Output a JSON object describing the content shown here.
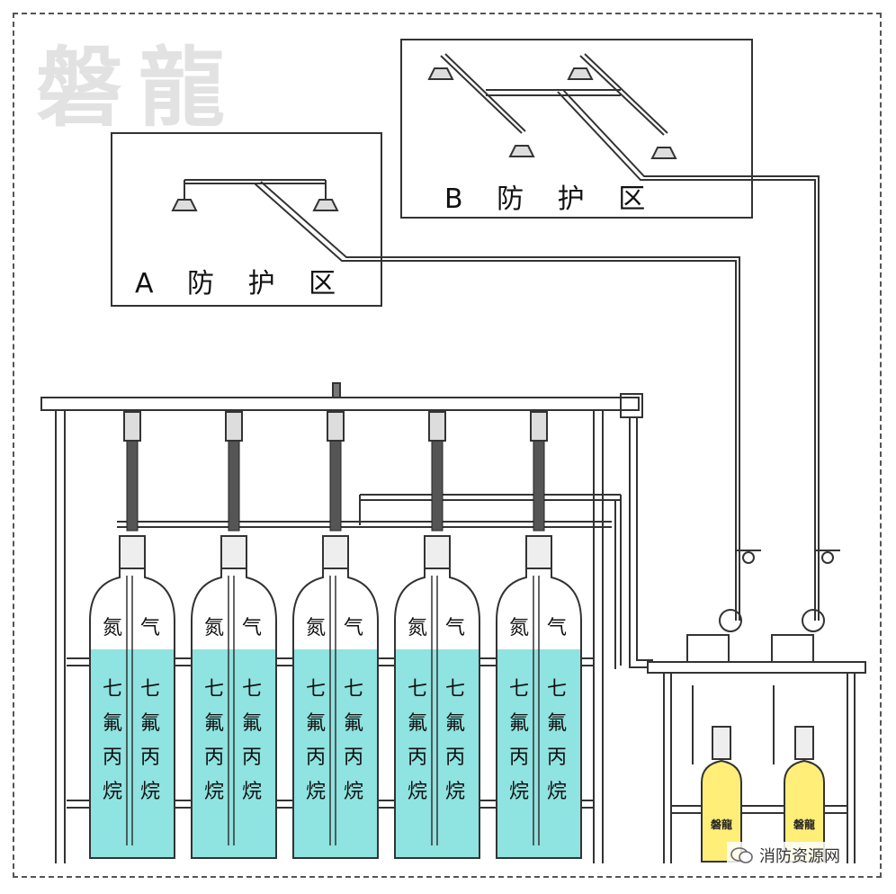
{
  "logo_text": "磐龍",
  "zones": [
    {
      "id": "A",
      "label": "A 防 护 区"
    },
    {
      "id": "B",
      "label": "B 防 护 区"
    }
  ],
  "cylinder_top_text": [
    "氮",
    "气"
  ],
  "cylinder_agent_text": [
    "七",
    "氟",
    "丙",
    "烷"
  ],
  "cylinder_count": 5,
  "starter_logo": "磐龍",
  "watermark": "消防资源网",
  "colors": {
    "agent_fill": "#8fe3e0",
    "starter_fill": "#ffee77",
    "line": "#333333"
  }
}
